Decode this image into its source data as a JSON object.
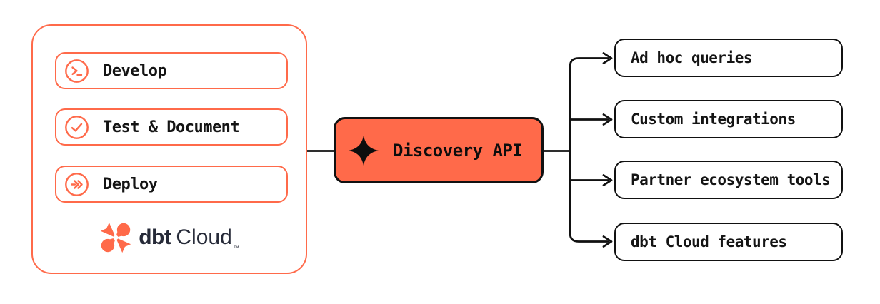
{
  "colors": {
    "coral": "#FF6A4A",
    "ink": "#111111",
    "navy": "#262A38",
    "background": "#FFFFFF"
  },
  "left_panel": {
    "items": [
      {
        "label": "Develop",
        "icon": "terminal-icon"
      },
      {
        "label": "Test & Document",
        "icon": "check-circle-icon"
      },
      {
        "label": "Deploy",
        "icon": "double-chevron-icon"
      }
    ],
    "logo": {
      "brand": "dbt",
      "product": "Cloud",
      "trademark": "™",
      "icon": "dbt-logo-mark"
    }
  },
  "hub": {
    "label": "Discovery API",
    "icon": "sparkle-icon"
  },
  "outputs": [
    {
      "label": "Ad hoc queries"
    },
    {
      "label": "Custom integrations"
    },
    {
      "label": "Partner ecosystem tools"
    },
    {
      "label": "dbt Cloud features"
    }
  ]
}
